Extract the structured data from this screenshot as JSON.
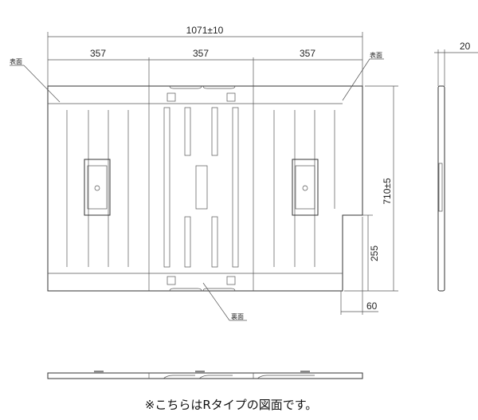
{
  "dimensions": {
    "overall_width": "1071±10",
    "panel_widths": [
      "357",
      "357",
      "357"
    ],
    "height": "710±5",
    "thickness": "20",
    "notch_height": "255",
    "notch_width": "60"
  },
  "labels": {
    "front_left": "表面",
    "front_right": "表面",
    "back": "裏面"
  },
  "caption": "※こちらはRタイプの図面です。"
}
